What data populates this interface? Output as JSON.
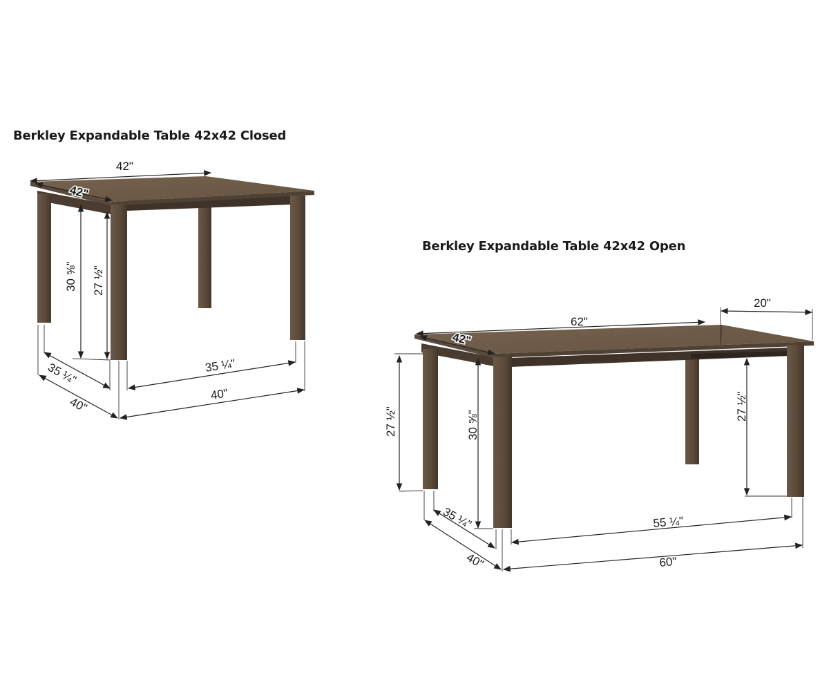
{
  "titles": {
    "closed": "Berkley Expandable Table 42x42 Closed",
    "open": "Berkley Expandable Table 42x42 Open"
  },
  "colors": {
    "tabletop": "#6b5a4a",
    "tabletop_edge": "#4a3c30",
    "leg": "#5e4d3d",
    "leg_dark": "#3e3228",
    "dimension_line": "#222222"
  },
  "closed_table": {
    "dims": {
      "top_width": "42\"",
      "top_depth": "42\"",
      "overall_height": "30 ⅝\"",
      "apron_clearance": "27 ½\"",
      "inner_leg_depth": "35 ¼\"",
      "outer_leg_depth": "40\"",
      "inner_leg_width": "35 ¼\"",
      "outer_leg_width": "40\""
    }
  },
  "open_table": {
    "dims": {
      "top_width": "62\"",
      "leaf_width": "20\"",
      "top_depth": "42\"",
      "overall_height": "30 ⅝\"",
      "apron_clearance_left": "27 ½\"",
      "apron_clearance_right": "27 ½\"",
      "inner_leg_depth": "35 ¼\"",
      "outer_leg_depth": "40\"",
      "inner_leg_width": "55 ¼\"",
      "outer_leg_width": "60\""
    }
  }
}
